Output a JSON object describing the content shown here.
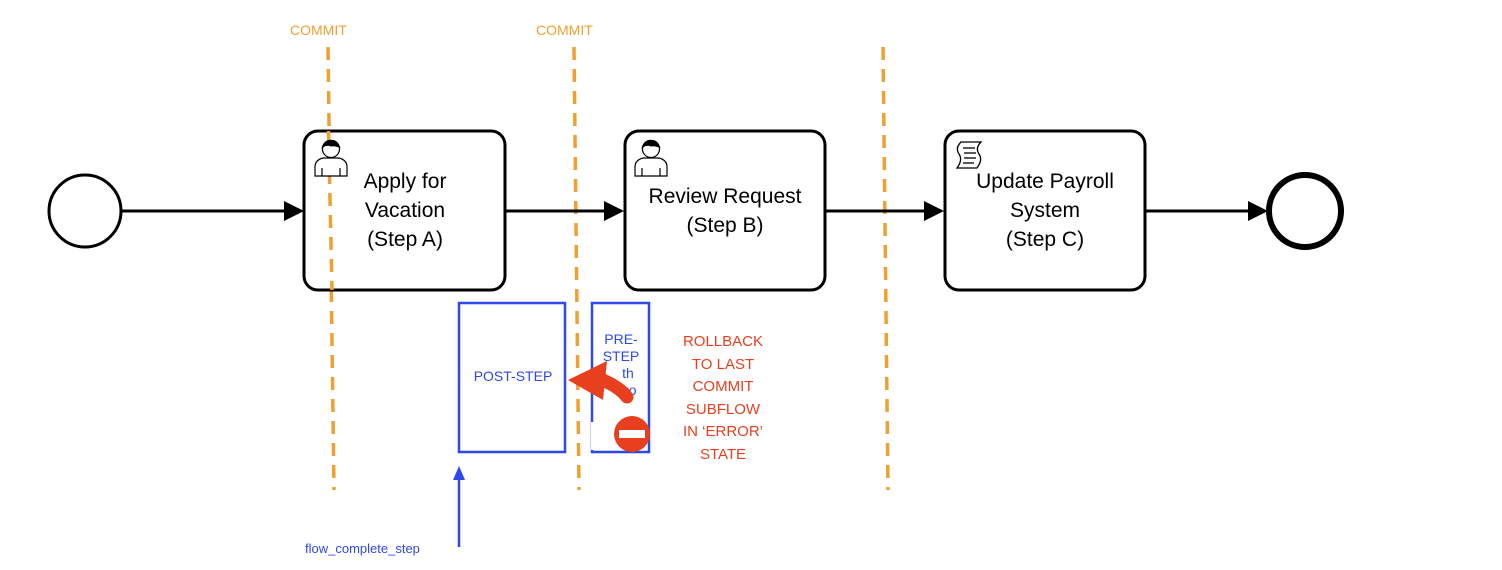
{
  "commit_markers": [
    "COMMIT",
    "COMMIT"
  ],
  "tasks": [
    {
      "id": "A",
      "lines": [
        "Apply for",
        "Vacation",
        "(Step A)"
      ],
      "icon": "user-icon"
    },
    {
      "id": "B",
      "lines": [
        "Review Request",
        "(Step B)"
      ],
      "icon": "user-icon"
    },
    {
      "id": "C",
      "lines": [
        "Update Payroll",
        "System",
        "(Step C)"
      ],
      "icon": "script-icon"
    }
  ],
  "post_step": {
    "label": "POST-STEP"
  },
  "pre_step": {
    "lines": [
      "PRE-",
      "STEP",
      "th",
      "rro"
    ]
  },
  "rollback": {
    "lines": [
      "ROLLBACK",
      "TO LAST",
      "COMMIT",
      "SUBFLOW",
      "IN ‘ERROR’",
      "STATE"
    ]
  },
  "api_call": {
    "label": "flow_complete_step"
  },
  "colors": {
    "commit": "#F0A030",
    "blue": "#2F49E8",
    "red": "#E8401F",
    "ink": "#000000"
  }
}
